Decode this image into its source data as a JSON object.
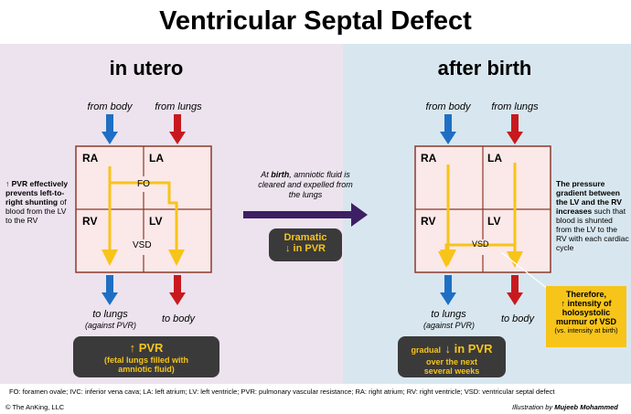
{
  "title": "Ventricular Septal Defect",
  "left": {
    "heading": "in utero",
    "from_body": "from body",
    "from_lungs": "from lungs",
    "chambers": {
      "ra": "RA",
      "la": "LA",
      "rv": "RV",
      "lv": "LV",
      "fo": "FO",
      "vsd": "VSD"
    },
    "side_note": {
      "arrow": "↑",
      "bold": "PVR effectively prevents left-to-right shunting",
      "rest": " of blood from the LV to the RV"
    },
    "to_lungs": "to lungs",
    "against_pvr": "(against PVR)",
    "to_body": "to body",
    "box": {
      "line1": "↑ PVR",
      "line2": "(fetal lungs filled with amniotic fluid)"
    }
  },
  "middle": {
    "text_pre": "At ",
    "text_bold": "birth",
    "text_post": ", amniotic fluid is cleared and expelled from the lungs",
    "box": {
      "line1": "Dramatic",
      "line2": "↓ in PVR"
    }
  },
  "right": {
    "heading": "after birth",
    "from_body": "from body",
    "from_lungs": "from lungs",
    "chambers": {
      "ra": "RA",
      "la": "LA",
      "rv": "RV",
      "lv": "LV",
      "vsd": "VSD"
    },
    "side_note": {
      "bold": "The pressure gradient between the LV and the RV increases",
      "rest": " such that blood is shunted from the LV to the RV with each cardiac cycle"
    },
    "to_lungs": "to lungs",
    "against_pvr": "(against PVR)",
    "to_body": "to body",
    "box": {
      "word": "gradual",
      "line1": "↓ in PVR",
      "line2": "over the next several weeks"
    },
    "callout": {
      "line1": "Therefore,",
      "line2": "↑ intensity of holosystolic murmur of VSD",
      "line3": "(vs. intensity at birth)"
    }
  },
  "footer": {
    "abbrev": "FO: foramen ovale; IVC: inferior vena cava; LA: left atrium; LV: left ventricle; PVR: pulmonary vascular resistance; RA: right atrium; RV: right ventricle; VSD: ventricular septal defect",
    "copyright": "© The AnKing, LLC",
    "credit_pre": "Illustration by ",
    "credit_name": "Mujeeb Mohammed"
  },
  "colors": {
    "blue": "#1e6fc4",
    "red": "#c8191e",
    "yellow": "#f7c41a",
    "purple": "#3d1f63",
    "box_dark": "#3a3a3a",
    "heart_fill": "#fbe8e8",
    "heart_border": "#8b3a2a",
    "callout": "#f7c41a"
  }
}
